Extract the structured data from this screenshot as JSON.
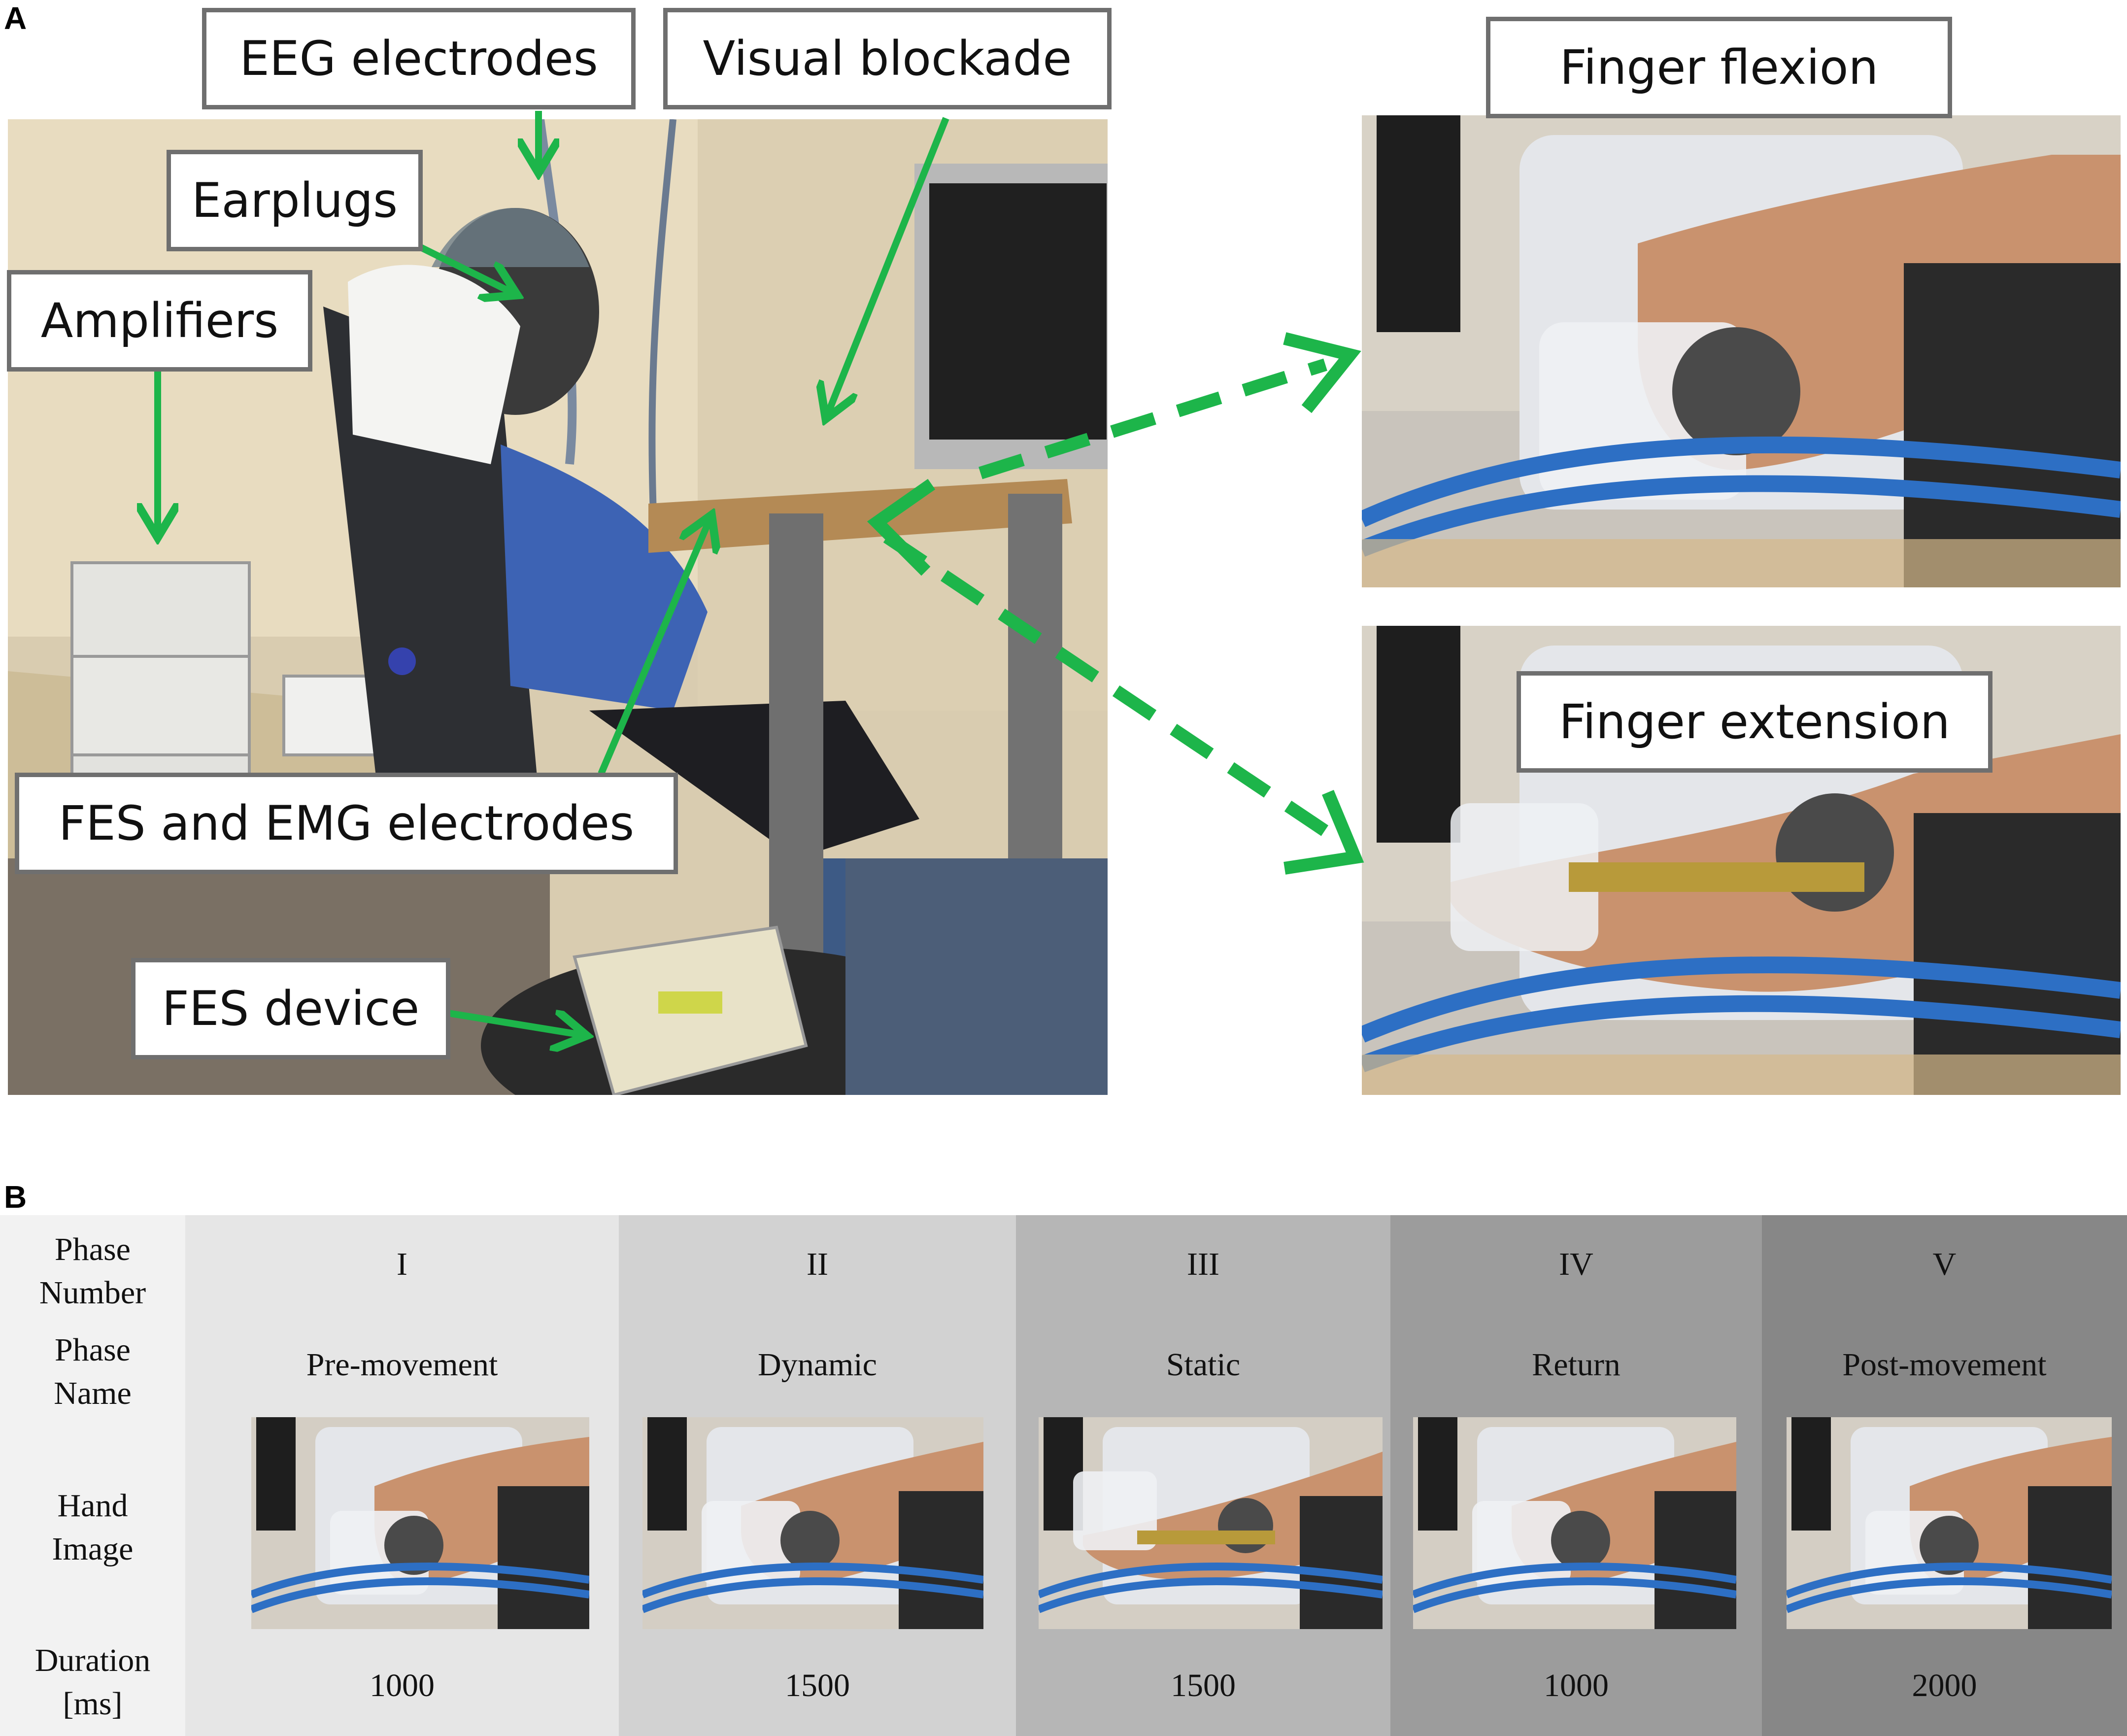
{
  "panelA": {
    "letter": "A",
    "labels": {
      "eeg": "EEG electrodes",
      "visual": "Visual blockade",
      "earplugs": "Earplugs",
      "amplifiers": "Amplifiers",
      "fes_emg": "FES and EMG electrodes",
      "fes_device": "FES device",
      "flexion": "Finger flexion",
      "extension": "Finger extension"
    },
    "arrow_color": "#1db54a"
  },
  "panelB": {
    "letter": "B",
    "row_headers": {
      "phase_number": [
        "Phase",
        "Number"
      ],
      "phase_name": [
        "Phase",
        "Name"
      ],
      "hand_image": [
        "Hand",
        "Image"
      ],
      "duration": [
        "Duration",
        "[ms]"
      ]
    },
    "phases": [
      {
        "number": "I",
        "name": "Pre-movement",
        "duration": "1000",
        "shade": "#e6e6e6"
      },
      {
        "number": "II",
        "name": "Dynamic",
        "duration": "1500",
        "shade": "#d2d2d2"
      },
      {
        "number": "III",
        "name": "Static",
        "duration": "1500",
        "shade": "#b6b6b6"
      },
      {
        "number": "IV",
        "name": "Return",
        "duration": "1000",
        "shade": "#9c9c9c"
      },
      {
        "number": "V",
        "name": "Post-movement",
        "duration": "2000",
        "shade": "#878787"
      }
    ],
    "header_shade": "#f2f2f2"
  }
}
